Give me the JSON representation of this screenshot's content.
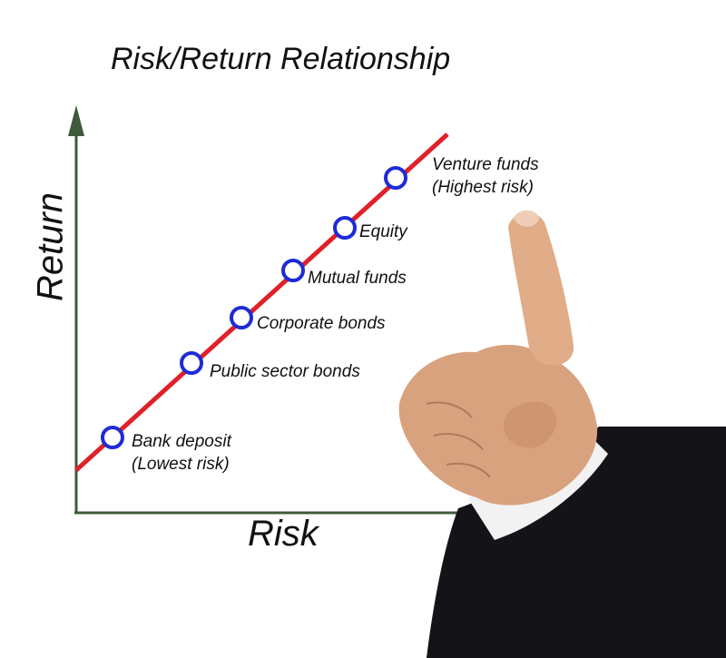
{
  "title": "Risk/Return Relationship",
  "axes": {
    "y_label": "Return",
    "x_label": "Risk"
  },
  "colors": {
    "line": "#e0202a",
    "marker": "#1f2bd6",
    "axis": "#3f5a3a",
    "suit": "#141418"
  },
  "points": [
    {
      "label_lines": [
        "Bank deposit",
        "(Lowest risk)"
      ]
    },
    {
      "label_lines": [
        "Public sector bonds"
      ]
    },
    {
      "label_lines": [
        "Corporate bonds"
      ]
    },
    {
      "label_lines": [
        "Mutual funds"
      ]
    },
    {
      "label_lines": [
        "Equity"
      ]
    },
    {
      "label_lines": [
        "Venture funds",
        "(Highest risk)"
      ]
    }
  ]
}
